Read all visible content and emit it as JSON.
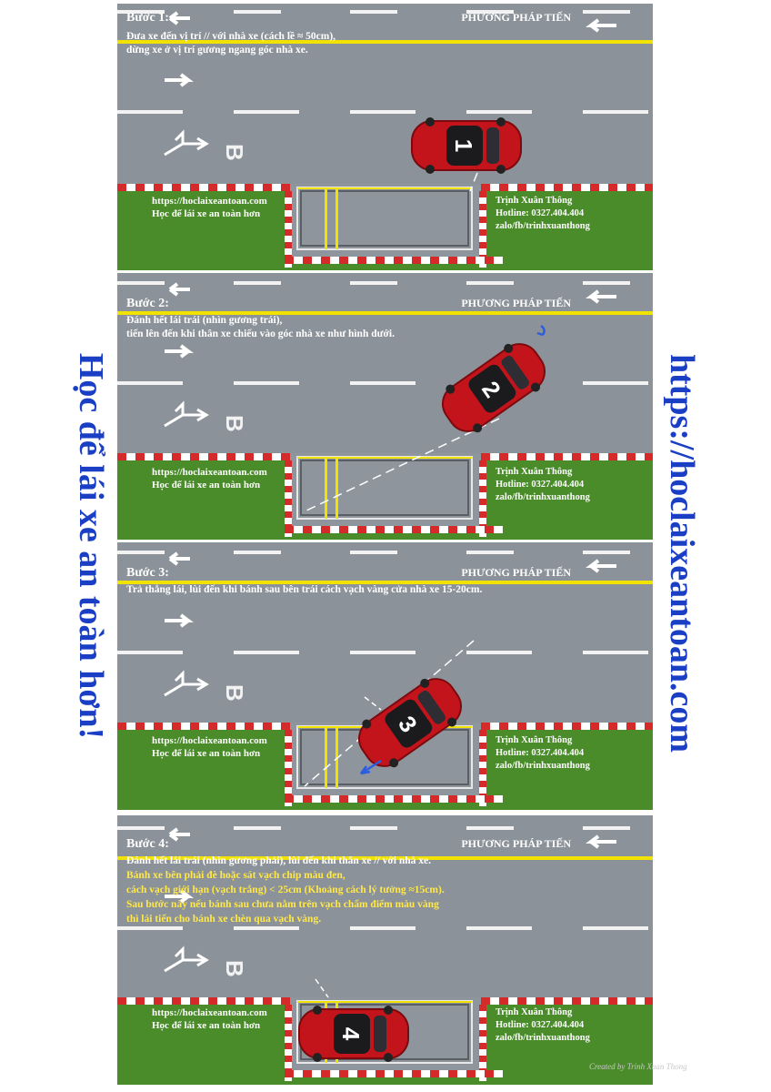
{
  "side_left": "Học để lái xe an toàn hơn!",
  "side_right": "https://hoclaixeantoan.com",
  "method_label": "PHƯƠNG PHÁP TIẾN",
  "road_letter": "B",
  "website": "https://hoclaixeantoan.com",
  "slogan": "Học để lái xe an toàn hơn",
  "contact": {
    "name": "Trịnh Xuân Thông",
    "hotline": "Hotline: 0327.404.404",
    "social": "zalo/fb/trinhxuanthong"
  },
  "steps": [
    {
      "title": "Bước 1:",
      "car_number": "1",
      "lines": [
        "Đưa xe đến vị trí // với nhà xe (cách lề ≈ 50cm),",
        "dừng xe ở vị trí gương ngang góc nhà xe."
      ]
    },
    {
      "title": "Bước 2:",
      "car_number": "2",
      "lines": [
        "Đánh hết lái trái (nhìn gương trái),",
        "tiến lên đến khi thân xe chiếu vào góc nhà xe như hình dưới."
      ]
    },
    {
      "title": "Bước 3:",
      "car_number": "3",
      "lines": [
        "Trả thẳng lái, lùi đến khi bánh sau bên trái cách vạch vàng cửa nhà xe 15-20cm."
      ]
    },
    {
      "title": "Bước 4:",
      "car_number": "4",
      "lines": [
        "Đánh hết lái trái (nhìn gương phải), lùi đến khi thân xe // với nhà xe."
      ],
      "yellow_lines": [
        "Bánh xe bên phải đè hoặc sát vạch chip màu đen,",
        "cách vạch giới hạn (vạch trắng) < 25cm (Khoảng cách lý tưởng ≈15cm).",
        "Sau bước này nếu bánh sau chưa nằm trên vạch chấm điểm màu vàng",
        "thì lái tiến cho bánh xe chèn qua vạch vàng."
      ]
    }
  ],
  "credit": "Created by Trinh Xuan Thong",
  "colors": {
    "road": "#8b9299",
    "grass": "#4a8c2a",
    "car": "#c4141b",
    "side_text": "#1a3fc4",
    "yellow_line": "#f2e200",
    "curb_red": "#d42a2a"
  }
}
